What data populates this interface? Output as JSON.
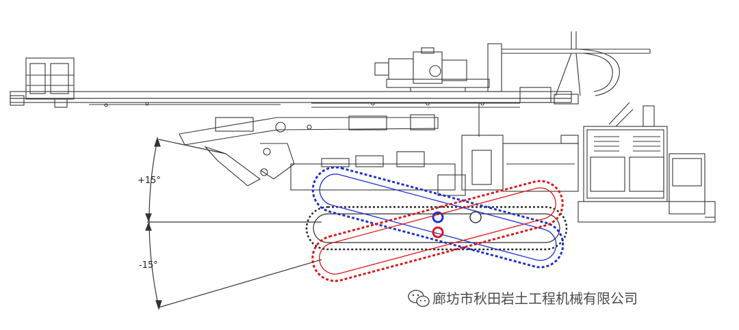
{
  "annotations": {
    "angle_up": "+15°",
    "angle_down": "-15°"
  },
  "watermark": {
    "text": "廊坊市秋田岩土工程机械有限公司",
    "icon": "wechat-icon"
  },
  "colors": {
    "line": "#333333",
    "track_up": "#1b2fd6",
    "track_down": "#e01515",
    "track_mid": "#2a2a2a"
  },
  "tilt_range_deg": [
    -15,
    15
  ]
}
